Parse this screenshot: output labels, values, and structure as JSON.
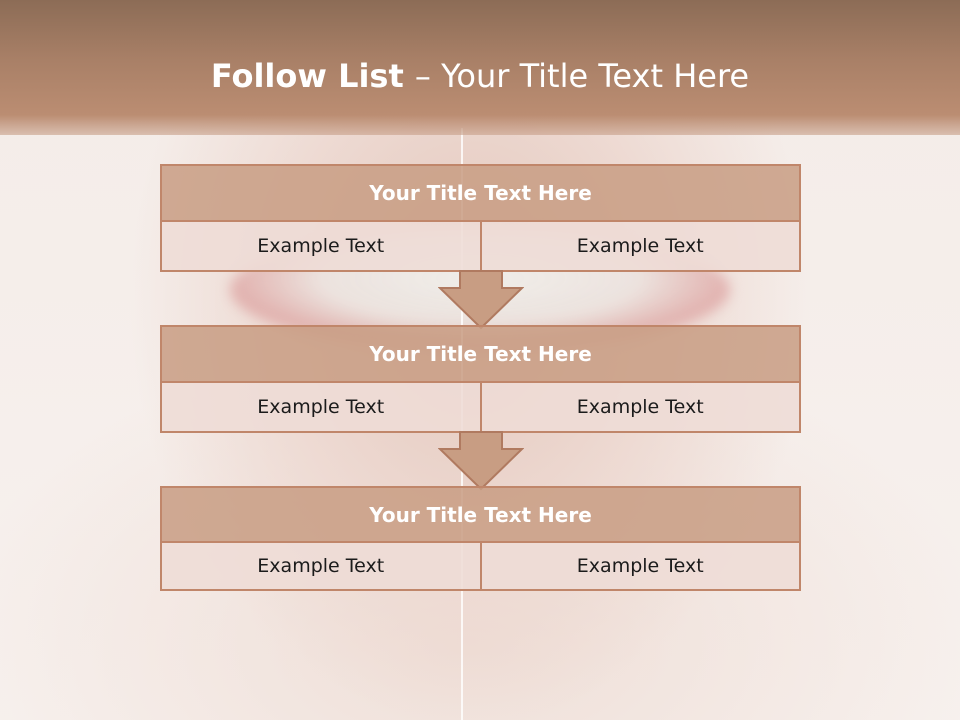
{
  "slide": {
    "title_bold": "Follow List ",
    "title_rest": " – Your Title Text Here"
  },
  "blocks": [
    {
      "title": "Your Title Text Here",
      "left": "Example Text",
      "right": "Example Text"
    },
    {
      "title": "Your Title Text Here",
      "left": "Example Text",
      "right": "Example Text"
    },
    {
      "title": "Your Title Text Here",
      "left": "Example Text",
      "right": "Example Text"
    }
  ],
  "colors": {
    "header": "#a98067",
    "block_title_fill": "#c89d83",
    "block_border": "#c0866a",
    "cell_fill": "#eedcd6"
  },
  "icons": [
    "down-arrow-icon",
    "down-arrow-icon"
  ]
}
